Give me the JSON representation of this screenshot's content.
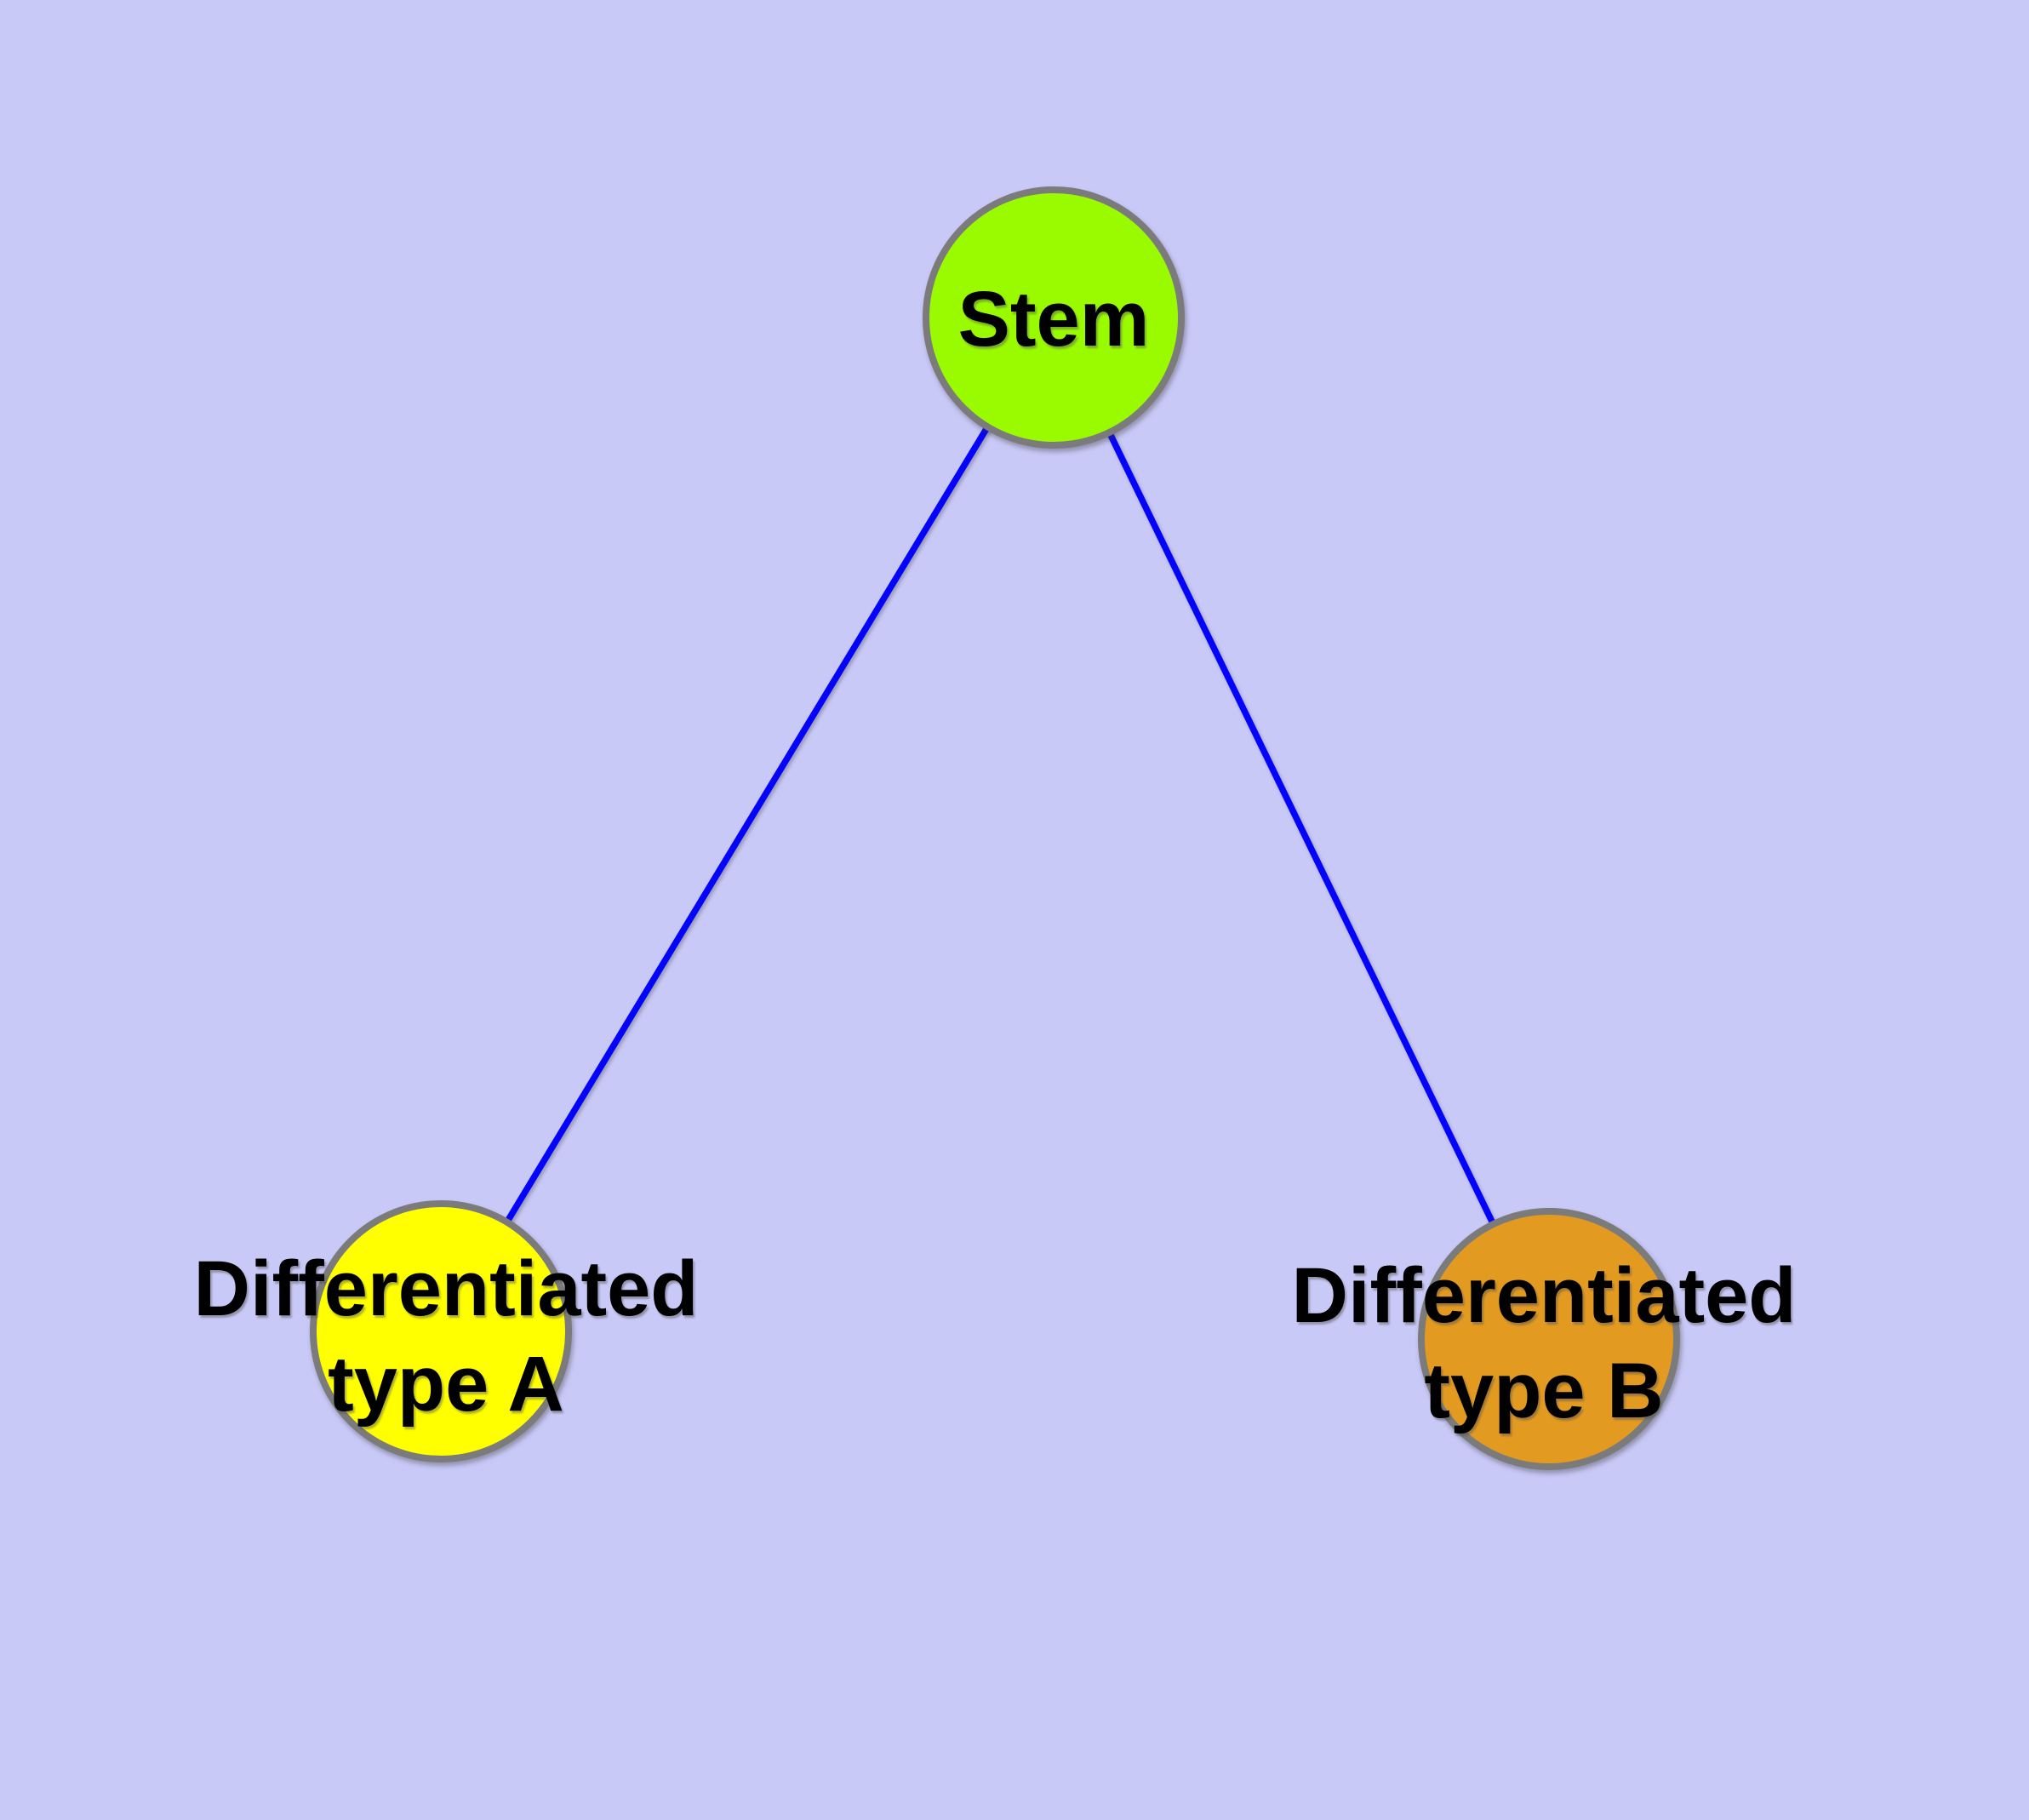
{
  "diagram": {
    "background_color": "#c9c9f8",
    "edge_color": "#0404fa",
    "node_border_color": "#7b7b7b",
    "label_color": "#000000",
    "nodes": {
      "stem": {
        "label": "Stem",
        "fill": "#9afb00"
      },
      "type_a": {
        "label_line1": "Differentiated",
        "label_line2": "type A",
        "fill": "#ffff00"
      },
      "type_b": {
        "label_line1": "Differentiated",
        "label_line2": "type B",
        "fill": "#e39a20"
      }
    },
    "edges": [
      {
        "from": "Stem",
        "to": "Differentiated type A"
      },
      {
        "from": "Stem",
        "to": "Differentiated type B"
      }
    ]
  }
}
